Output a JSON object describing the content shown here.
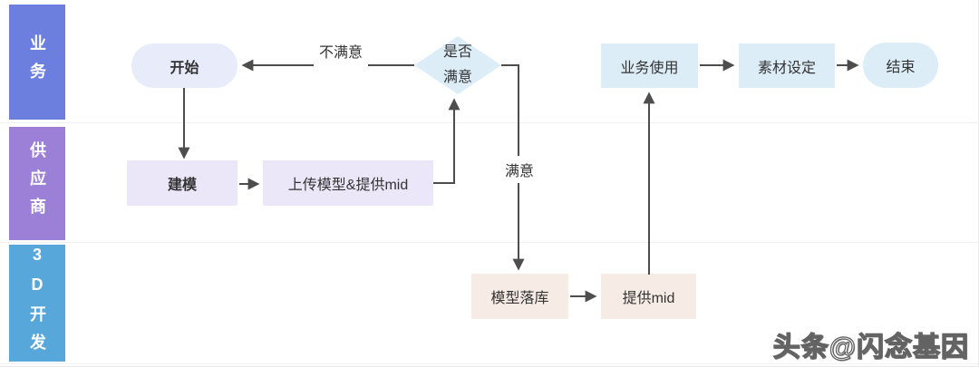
{
  "lanes": [
    {
      "label": "业务"
    },
    {
      "label": "供应商"
    },
    {
      "label": "3D开发"
    }
  ],
  "nodes": {
    "start": "开始",
    "modeling": "建模",
    "upload_model": "上传模型&提供mid",
    "decision_line1": "是否",
    "decision_line2": "满意",
    "model_store": "模型落库",
    "provide_mid": "提供mid",
    "business_use": "业务使用",
    "material_setting": "素材设定",
    "end": "结束"
  },
  "edge_labels": {
    "unsatisfied": "不满意",
    "satisfied": "满意"
  },
  "watermark": "头条@闪念基因",
  "colors": {
    "lane_business": "#6d7fde",
    "lane_supplier": "#9c80d8",
    "lane_3d_dev": "#57a7da",
    "node_start": "#e8ecfa",
    "node_lavender": "#ebe7f8",
    "node_blue": "#dcedf8",
    "node_peach": "#f7ece5",
    "arrow": "#4d4d4d",
    "lane_separator": "#f0f0f0"
  }
}
